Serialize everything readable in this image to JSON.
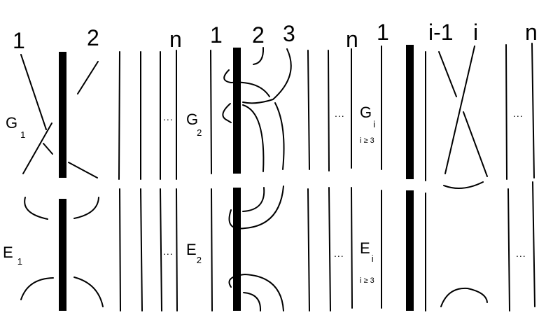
{
  "labels": {
    "p1_strand1": "1",
    "p1_strand2": "2",
    "p1_strandn": "n",
    "p2_strand1": "1",
    "p2_strand2": "2",
    "p2_strand3": "3",
    "p2_strandn": "n",
    "p3_strand1": "1",
    "p3_strandi1": "i-1",
    "p3_strandi": "i",
    "p3_strandn": "n"
  },
  "generators": {
    "g1_letter": "G",
    "g1_sub": "1",
    "g2_letter": "G",
    "g2_sub": "2",
    "gi_letter": "G",
    "gi_sub": "i",
    "gi_cond": "i ≥ 3",
    "e1_letter": "E",
    "e1_sub": "1",
    "e2_letter": "E",
    "e2_sub": "2",
    "ei_letter": "E",
    "ei_sub": "i",
    "ei_cond": "i ≥ 3"
  },
  "ellipsis": "..."
}
